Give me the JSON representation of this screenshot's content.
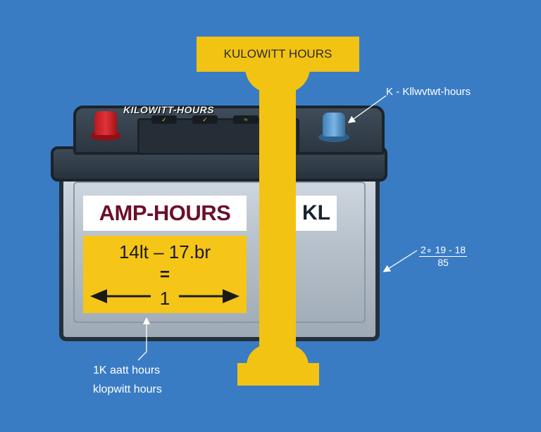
{
  "battery": {
    "top_band_label": "KILOWITT-HOURS",
    "indicators": [
      "✓",
      "✓",
      "≈"
    ],
    "amp_label": "AMP-HOURS",
    "kl_label": "KL",
    "yellow_panel": {
      "expression": "14lt – 17.br",
      "equals": "=",
      "one": "1"
    }
  },
  "beam": {
    "label": "KULOWITT HOURS"
  },
  "annotations": {
    "top_right": "K - Kllwvtwt-hours",
    "fraction_numerator": "2∘ 19 - 18",
    "fraction_denominator": "85",
    "bottom_line_1": "1K aatt hours",
    "bottom_line_2": "klopwitt hours"
  },
  "colors": {
    "background": "#3a7cc4",
    "beam_yellow": "#f2c312",
    "panel_yellow": "#f5c518",
    "amp_text": "#6b0f2a",
    "positive_terminal": "#d6262e",
    "negative_terminal": "#5c9fd4"
  }
}
